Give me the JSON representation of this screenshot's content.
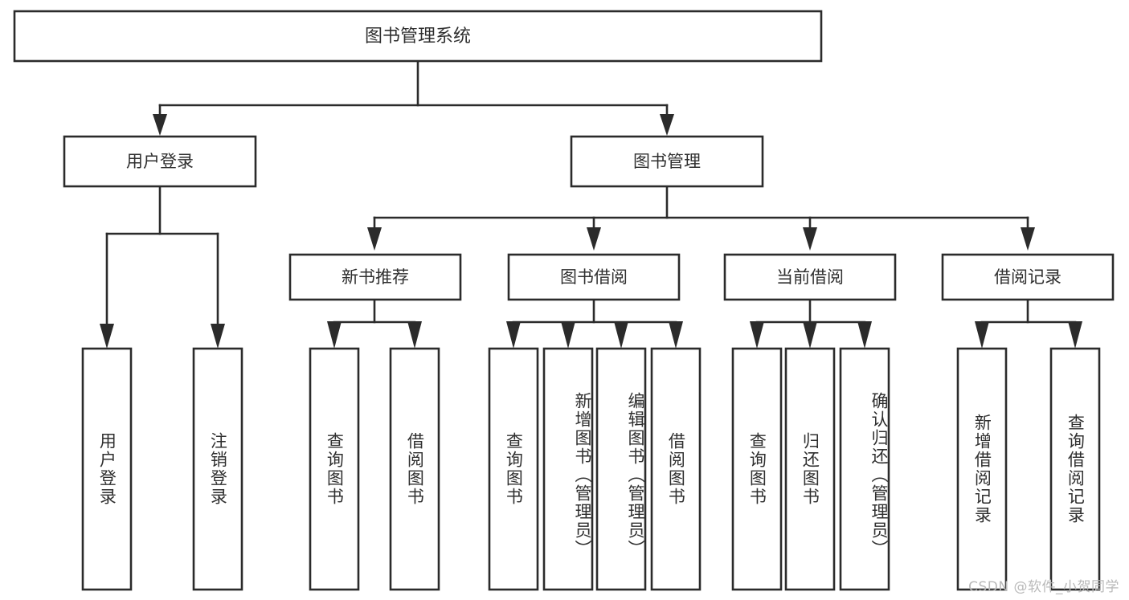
{
  "diagram": {
    "type": "tree-hierarchy",
    "title": "图书管理系统",
    "watermark": "CSDN @软件_小贺同学",
    "colors": {
      "stroke": "#2b2b2b",
      "box_fill": "#ffffff",
      "text": "#2f2f2f",
      "background": "#ffffff",
      "watermark": "#b9b9b9"
    },
    "root": {
      "label": "图书管理系统",
      "orientation": "horizontal"
    },
    "level2": [
      {
        "label": "用户登录",
        "orientation": "horizontal"
      },
      {
        "label": "图书管理",
        "orientation": "horizontal"
      }
    ],
    "level3": [
      {
        "label": "新书推荐",
        "orientation": "horizontal"
      },
      {
        "label": "图书借阅",
        "orientation": "horizontal"
      },
      {
        "label": "当前借阅",
        "orientation": "horizontal"
      },
      {
        "label": "借阅记录",
        "orientation": "horizontal"
      }
    ],
    "leaves": {
      "user_login": [
        {
          "label": "用户登录",
          "orientation": "vertical"
        },
        {
          "label": "注销登录",
          "orientation": "vertical"
        }
      ],
      "new_book_recommend": [
        {
          "label": "查询图书",
          "orientation": "vertical"
        },
        {
          "label": "借阅图书",
          "orientation": "vertical"
        }
      ],
      "book_borrow": [
        {
          "label": "查询图书",
          "orientation": "vertical"
        },
        {
          "label": "新增图书（管理员）",
          "orientation": "vertical"
        },
        {
          "label": "编辑图书（管理员）",
          "orientation": "vertical"
        },
        {
          "label": "借阅图书",
          "orientation": "vertical"
        }
      ],
      "current_borrow": [
        {
          "label": "查询图书",
          "orientation": "vertical"
        },
        {
          "label": "归还图书",
          "orientation": "vertical"
        },
        {
          "label": "确认归还（管理员）",
          "orientation": "vertical"
        }
      ],
      "borrow_record": [
        {
          "label": "新增借阅记录",
          "orientation": "vertical"
        },
        {
          "label": "查询借阅记录",
          "orientation": "vertical"
        }
      ]
    }
  }
}
